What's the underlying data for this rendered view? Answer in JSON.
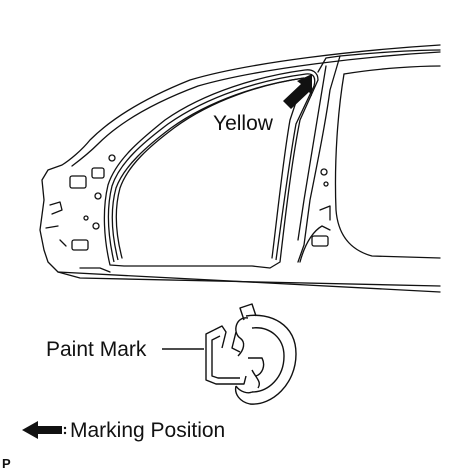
{
  "callouts": {
    "yellow_label": "Yellow",
    "paint_mark_label": "Paint Mark"
  },
  "legend": {
    "marking_position_label": "Marking Position"
  },
  "figure": {
    "code": "P"
  },
  "colors": {
    "line": "#111111",
    "background": "#ffffff"
  }
}
